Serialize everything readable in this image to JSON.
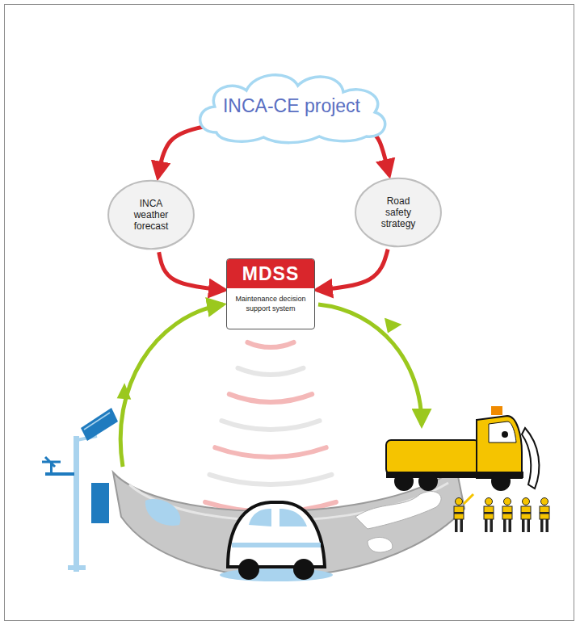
{
  "diagram": {
    "nodes": [
      {
        "text": [
          "INCA-CE project"
        ]
      },
      {
        "text": [
          "INCA weather forecast"
        ]
      },
      {
        "text": [
          "Road safety strategy"
        ]
      },
      {
        "text": [
          "MDSS",
          "Maintenance decision support system"
        ]
      }
    ],
    "edges": [
      {
        "from": 0,
        "to": 1,
        "arrow": "to"
      },
      {
        "from": 0,
        "to": 2,
        "arrow": "to"
      },
      {
        "from": 1,
        "to": 3,
        "arrow": "to"
      },
      {
        "from": 2,
        "to": 3,
        "arrow": "to"
      }
    ]
  }
}
